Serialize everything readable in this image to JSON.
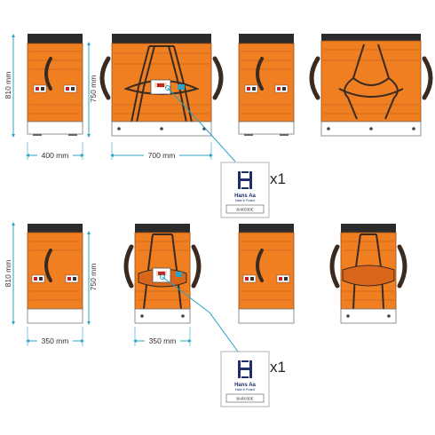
{
  "colors": {
    "orange": "#f07f22",
    "dark_orange": "#d9661a",
    "black_band": "#2b2b2b",
    "dimension_line": "#2ea3c6",
    "leader_line": "#27a3c4",
    "base": "#ffffff"
  },
  "dimensions": {
    "large_height_outer": "810 mm",
    "large_height_inner": "750 mm",
    "large_width_side": "400 mm",
    "large_width_front": "700 mm",
    "small_height_outer": "810 mm",
    "small_height_inner": "750 mm",
    "small_width_side": "350 mm",
    "small_width_front": "350 mm"
  },
  "labels": {
    "top_quantity": "x1",
    "bottom_quantity": "x1",
    "brand_name": "Hans Aa",
    "brand_tagline": "Made in Poland",
    "barcode_text": "BARCODE"
  },
  "icons": [
    "tag-label-icon",
    "brand-logo-icon",
    "barcode-icon"
  ]
}
